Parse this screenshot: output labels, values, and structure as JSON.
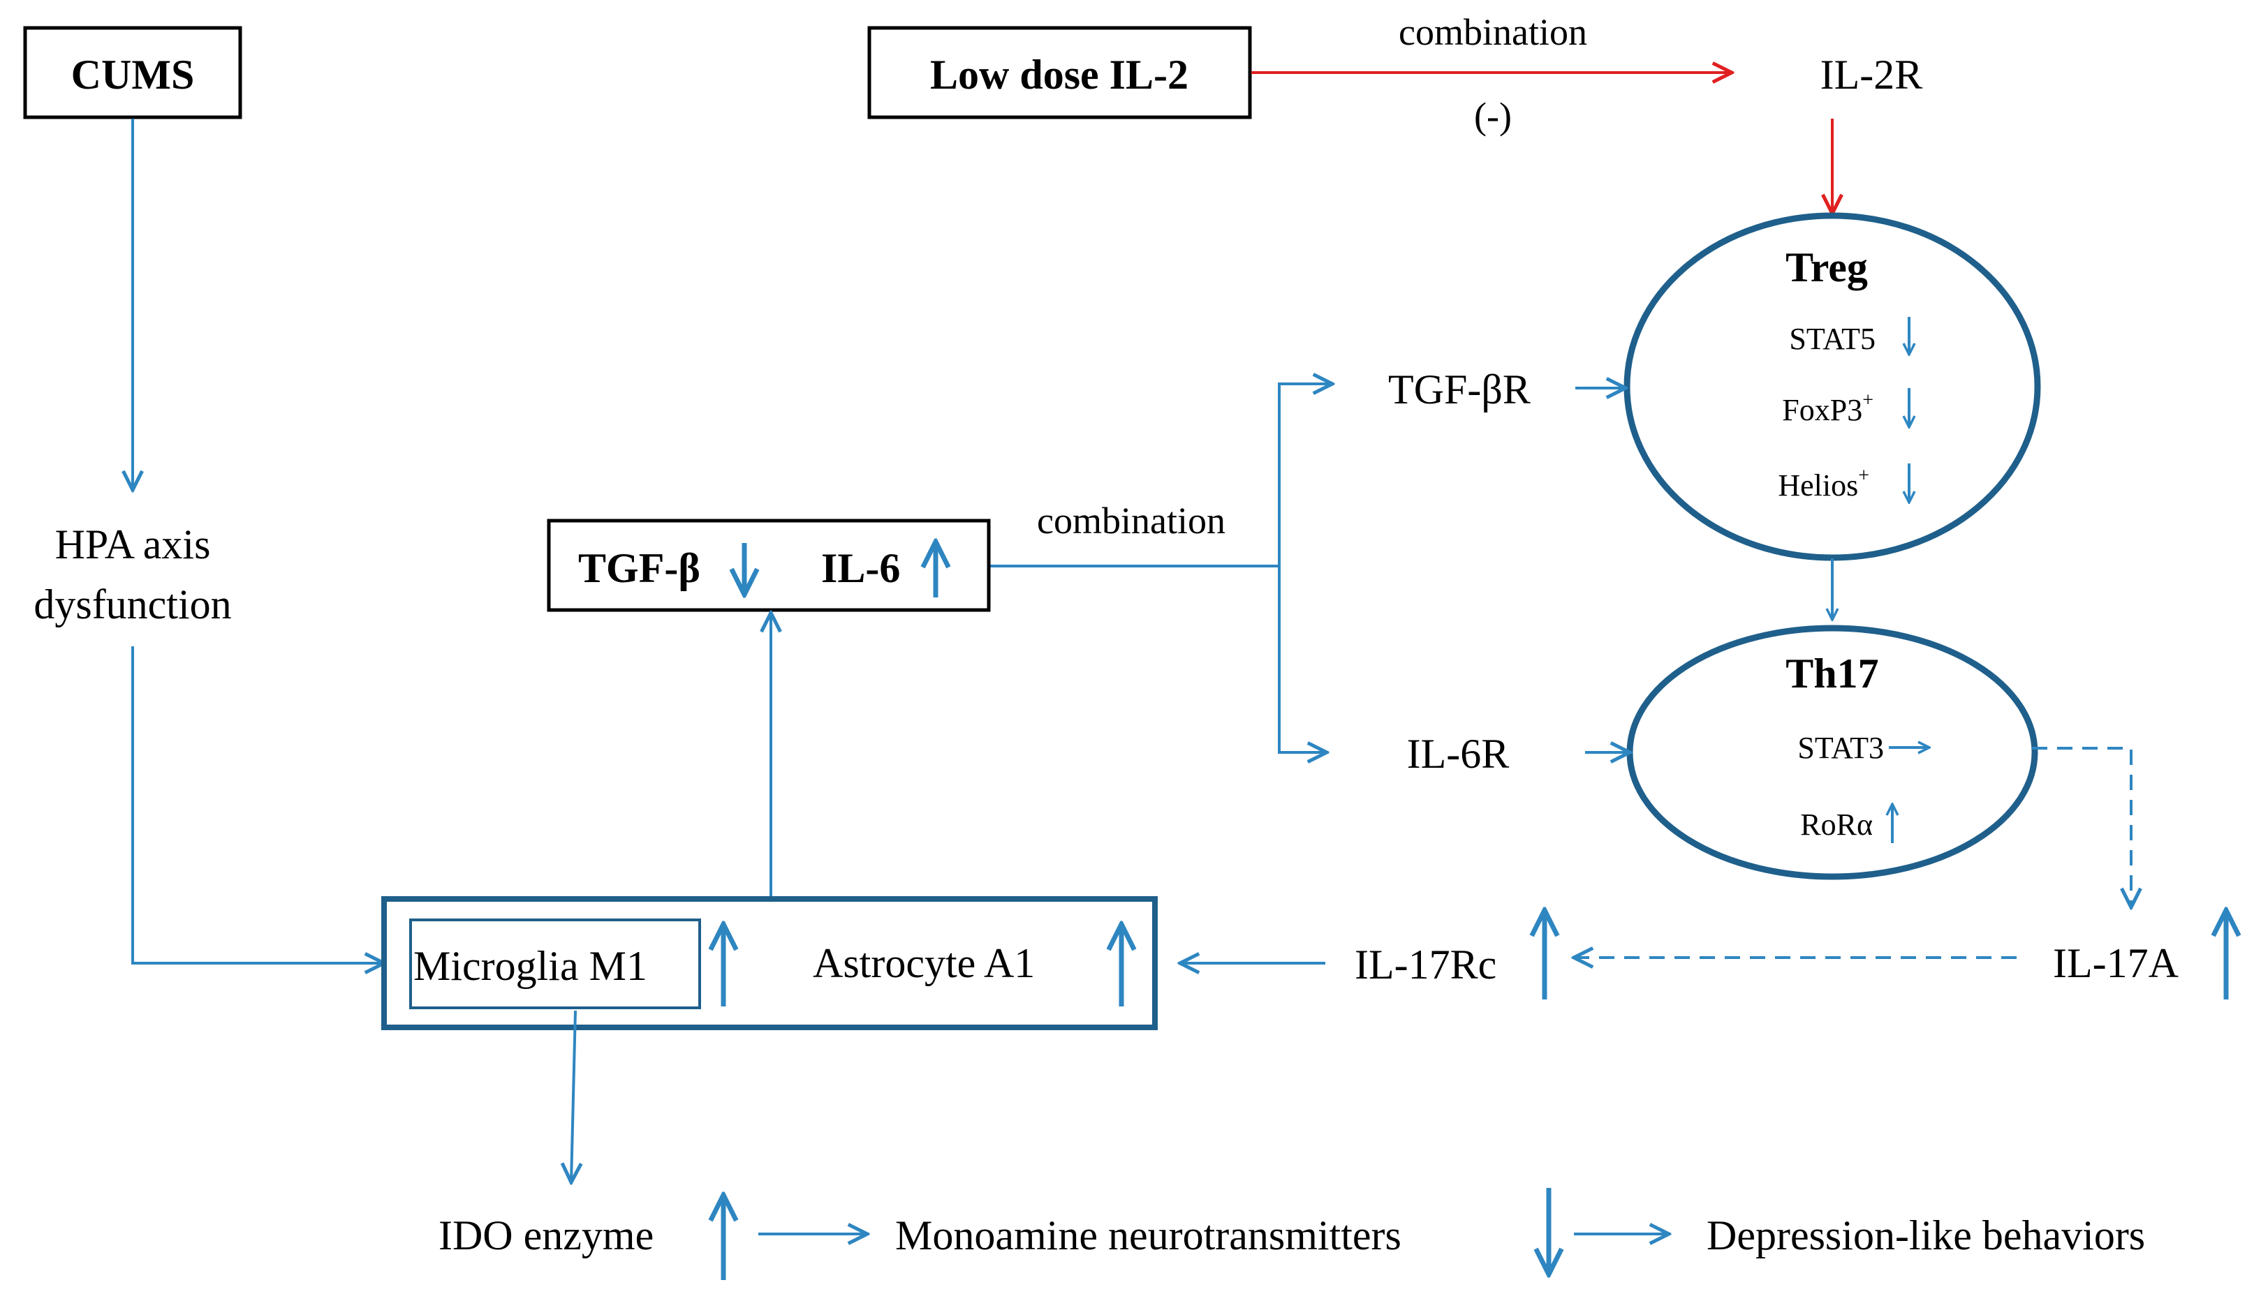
{
  "nodes": {
    "cums": "CUMS",
    "low_dose_il2": "Low dose IL-2",
    "il2r": "IL-2R",
    "combination_top": "combination",
    "minus": "(-)",
    "treg_title": "Treg",
    "treg_markers": [
      "STAT5",
      "FoxP3",
      "Helios"
    ],
    "superscript_plus": "+",
    "tgf_br": "TGF-βR",
    "il6r": "IL-6R",
    "th17_title": "Th17",
    "th17_markers": [
      "STAT3",
      "RoRα"
    ],
    "hpa_line1": "HPA axis",
    "hpa_line2": "dysfunction",
    "tgf_b": "TGF-β",
    "il6": "IL-6",
    "combination_mid": "combination",
    "microglia": "Microglia  M1",
    "astrocyte": "Astrocyte  A1",
    "il17rc": "IL-17Rc",
    "il17a": "IL-17A",
    "ido": "IDO enzyme",
    "monoamine": "Monoamine  neurotransmitters",
    "depression": "Depression-like  behaviors"
  },
  "colors": {
    "arrow_blue": "#2e86c1",
    "inhibition_red": "#e02020",
    "cell_outline": "#1f5f8b",
    "box_outline": "#000000"
  },
  "trend_indicators": {
    "TGF-β": "down",
    "IL-6": "up",
    "STAT5": "down",
    "FoxP3": "down",
    "Helios": "down",
    "STAT3": "unchanged",
    "RoRα": "up",
    "Microglia M1": "up",
    "Astrocyte A1": "up",
    "IL-17Rc": "up",
    "IL-17A": "up",
    "IDO enzyme": "up",
    "Monoamine neurotransmitters": "down"
  },
  "icons": [
    "arrow-up-icon",
    "arrow-down-icon",
    "arrow-right-icon"
  ]
}
